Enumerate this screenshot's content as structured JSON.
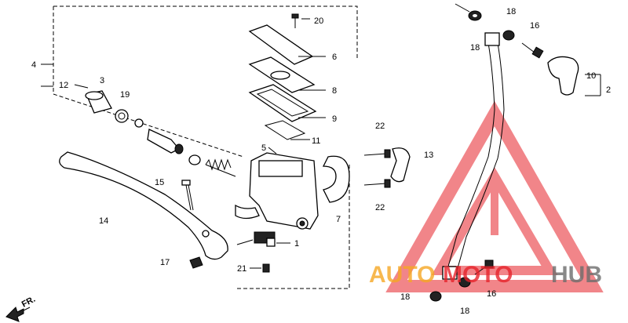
{
  "labels": {
    "p1": "1",
    "p3": "3",
    "p4": "4",
    "p5": "5",
    "p6": "6",
    "p7": "7",
    "p8": "8",
    "p9": "9",
    "p10": "10",
    "p11": "11",
    "p12": "12",
    "p13": "13",
    "p14": "14",
    "p15": "15",
    "p16a": "16",
    "p16b": "16",
    "p17": "17",
    "p18a": "18",
    "p18b": "18",
    "p18c": "18",
    "p18d": "18",
    "p19": "19",
    "p20": "20",
    "p21": "21",
    "p22a": "22",
    "p22b": "22"
  },
  "direction_label": "FR.",
  "watermark": {
    "part1": "AUTO",
    "part2": "MOTO",
    "part3": "HUB"
  },
  "colors": {
    "watermark_orange": "#f5a623",
    "watermark_red": "#e6222a",
    "watermark_gray": "#6b6b6b"
  }
}
